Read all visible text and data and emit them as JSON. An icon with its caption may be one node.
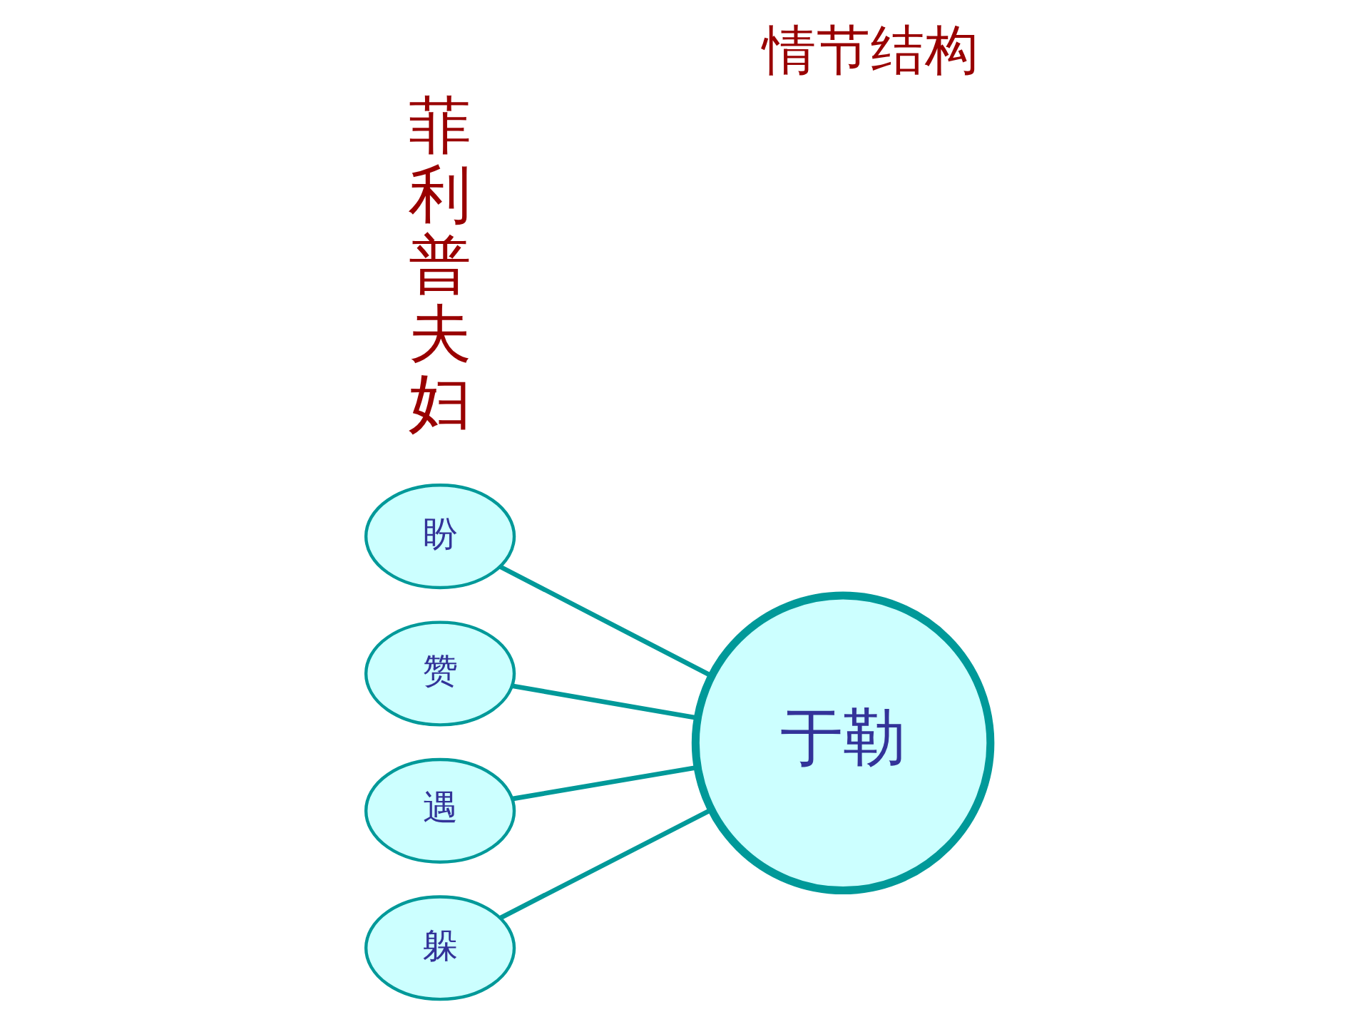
{
  "diagram": {
    "title": "情节结构",
    "nodes": [
      {
        "text": [
          "盼"
        ]
      },
      {
        "text": [
          "赞"
        ]
      },
      {
        "text": [
          "遇"
        ]
      },
      {
        "text": [
          "躲"
        ]
      },
      {
        "text": [
          "于勒"
        ]
      }
    ],
    "edges": [
      {
        "from": 0,
        "to": 4,
        "arrow": "none"
      },
      {
        "from": 1,
        "to": 4,
        "arrow": "none"
      },
      {
        "from": 2,
        "to": 4,
        "arrow": "none"
      },
      {
        "from": 3,
        "to": 4,
        "arrow": "none"
      }
    ],
    "labels": [
      "菲利普夫妇"
    ]
  }
}
